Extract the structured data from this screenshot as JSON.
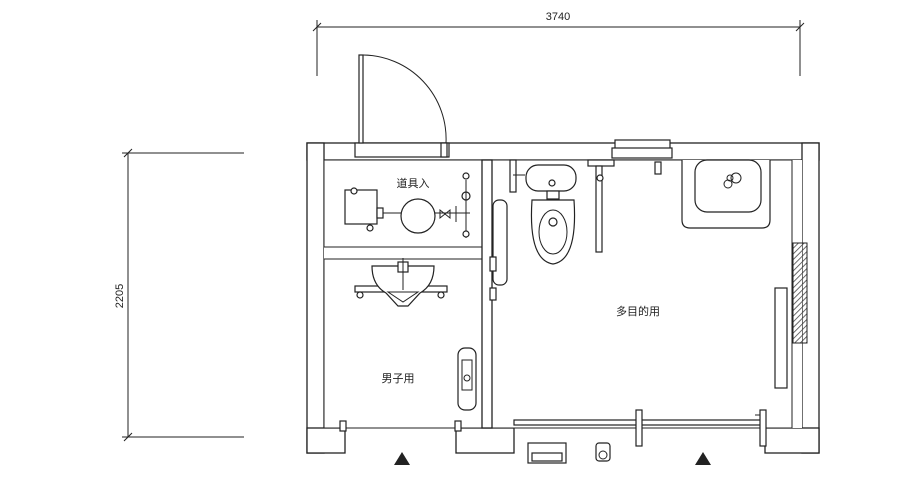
{
  "dimensions": {
    "width_label": "3740",
    "height_label": "2205"
  },
  "rooms": {
    "storage_label": "道具入",
    "mens_label": "男子用",
    "multipurpose_label": "多目的用"
  },
  "colors": {
    "line": "#222222",
    "hatch": "#555555",
    "background": "#ffffff"
  }
}
